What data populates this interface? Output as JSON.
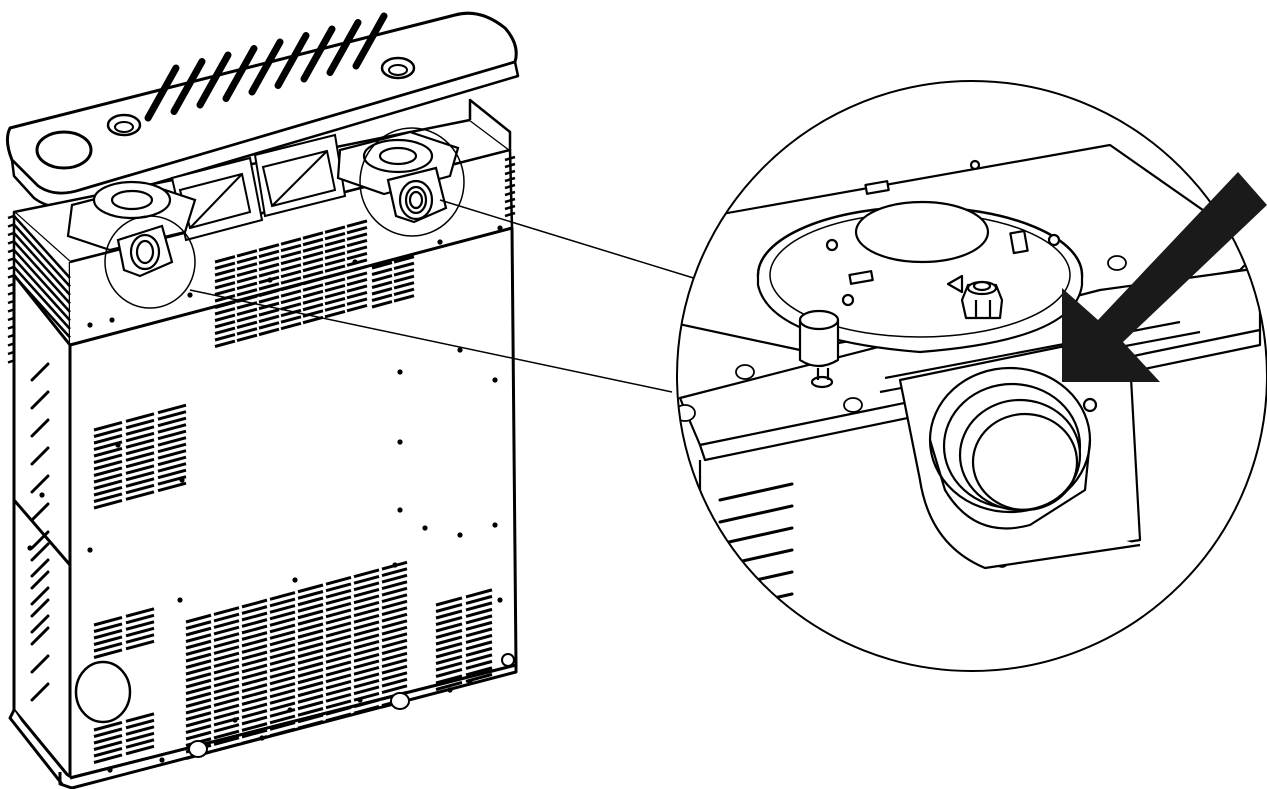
{
  "figure": {
    "background": "#ffffff",
    "ink": "#000000",
    "arrow_color": "#1a1a1a",
    "parts": [
      "top-cover-panel",
      "heater-cabinet",
      "flue-collar-left",
      "flue-collar-right",
      "detail-callout-circle",
      "indicator-arrow"
    ]
  }
}
